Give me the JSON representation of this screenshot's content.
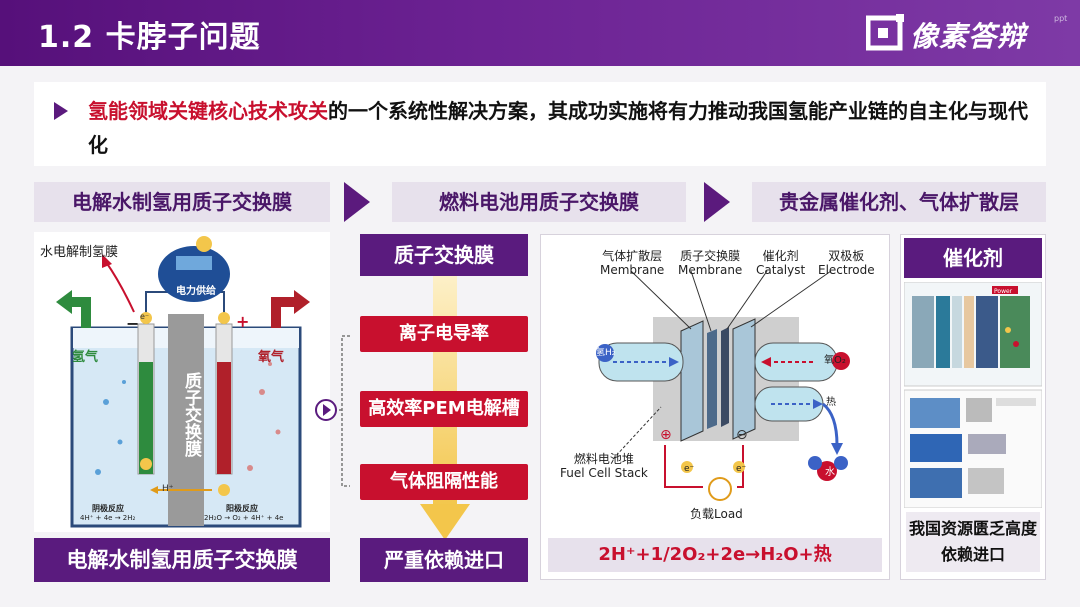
{
  "header": {
    "title": "1.2 卡脖子问题",
    "brand": "像素答辩",
    "corner_mark": "ppt"
  },
  "intro": {
    "highlight": "氢能领域关键核心技术攻关",
    "rest": "的一个系统性解决方案，其成功实施将有力推动我国氢能产业链的自主化与现代化"
  },
  "sections": {
    "left": "电解水制氢用质子交换膜",
    "middle": "燃料电池用质子交换膜",
    "right": "贵金属催化剂、气体扩散层"
  },
  "electrolysis": {
    "title": "水电解制氢膜",
    "power_label": "电力供给",
    "membrane_label": "质子交换膜",
    "h2_label": "氢气",
    "o2_label": "氧气",
    "minus": "−",
    "plus": "+",
    "electron": "e⁻",
    "proton": "H⁺",
    "cathode_title": "阴极反应",
    "cathode_eq": "4H⁺ + 4e → 2H₂",
    "anode_title": "阳极反应",
    "anode_eq": "2H₂O → O₂ + 4H⁺ + 4e",
    "footer": "电解水制氢用质子交换膜"
  },
  "pem_column": {
    "title": "质子交换膜",
    "items": [
      "离子电导率",
      "高效率PEM电解槽",
      "气体阻隔性能"
    ],
    "footer": "严重依赖进口"
  },
  "fuel_cell": {
    "labels": [
      {
        "cn": "气体扩散层",
        "en": "Membrane"
      },
      {
        "cn": "质子交换膜",
        "en": "Membrane"
      },
      {
        "cn": "催化剂",
        "en": "Catalyst"
      },
      {
        "cn": "双极板",
        "en": "Electrode"
      }
    ],
    "h2": "氢H₂",
    "o2": "氧O₂",
    "heat": "热",
    "water": "水H₂O",
    "stack_cn": "燃料电池堆",
    "stack_en": "Fuel Cell Stack",
    "plus_terminal": "⊕",
    "minus_terminal": "⊖",
    "electron": "e⁻",
    "load": "负载Load",
    "equation": "2H⁺+1/2O₂+2e→H₂O+热"
  },
  "catalyst": {
    "title": "催化剂",
    "power_tag": "Power",
    "footer": "我国资源匮乏高度依赖进口"
  },
  "colors": {
    "purple": "#5a1b7e",
    "red": "#c8102e",
    "gold": "#f3c64b"
  }
}
